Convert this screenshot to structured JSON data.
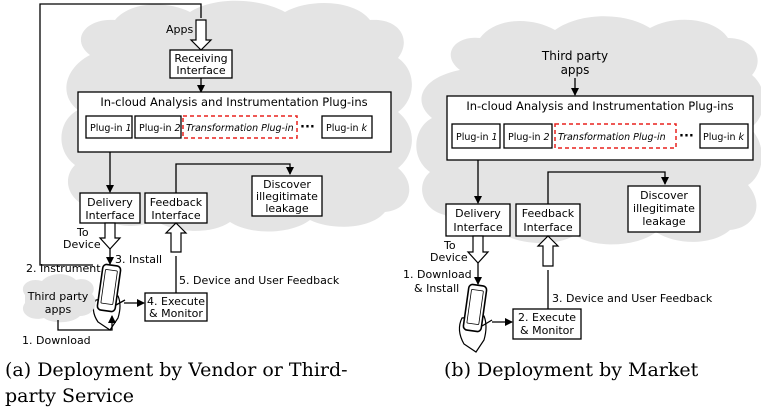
{
  "panel_a": {
    "apps": "Apps",
    "receiving": [
      "Receiving",
      "Interface"
    ],
    "analysis_title": "In-cloud Analysis and Instrumentation Plug-ins",
    "plugins": [
      "Plug-in ",
      "Plug-in ",
      "Transformation Plug-in",
      "Plug-in "
    ],
    "plugin_idx": [
      "1",
      "2",
      "k"
    ],
    "dots": "···",
    "delivery": [
      "Delivery",
      "Interface"
    ],
    "feedback": [
      "Feedback",
      "Interface"
    ],
    "discover": [
      "Discover",
      "illegitimate",
      "leakage"
    ],
    "to_device": [
      "To",
      "Device"
    ],
    "instrument": "2. Instrument",
    "install": "3. Install",
    "device_feedback": "5. Device and User Feedback",
    "execute": [
      "4. Execute",
      "& Monitor"
    ],
    "third_party": [
      "Third party",
      "apps"
    ],
    "download": "1. Download",
    "caption": [
      "(a) Deployment by Vendor or Third-",
      "party Service"
    ]
  },
  "panel_b": {
    "third_party": [
      "Third party",
      "apps"
    ],
    "analysis_title": "In-cloud Analysis and Instrumentation Plug-ins",
    "plugins": [
      "Plug-in ",
      "Plug-in ",
      "Transformation Plug-in",
      "Plug-in "
    ],
    "plugin_idx": [
      "1",
      "2",
      "k"
    ],
    "dots": "···",
    "delivery": [
      "Delivery",
      "Interface"
    ],
    "feedback": [
      "Feedback",
      "Interface"
    ],
    "discover": [
      "Discover",
      "illegitimate",
      "leakage"
    ],
    "to_device": [
      "To",
      "Device"
    ],
    "download_install": [
      "1. Download",
      "& Install"
    ],
    "device_feedback": "3. Device and User Feedback",
    "execute": [
      "2. Execute",
      "& Monitor"
    ],
    "caption": "(b) Deployment by Market"
  },
  "colors": {
    "cloud": "#e4e4e4",
    "transformation_border": "#e8221f"
  }
}
